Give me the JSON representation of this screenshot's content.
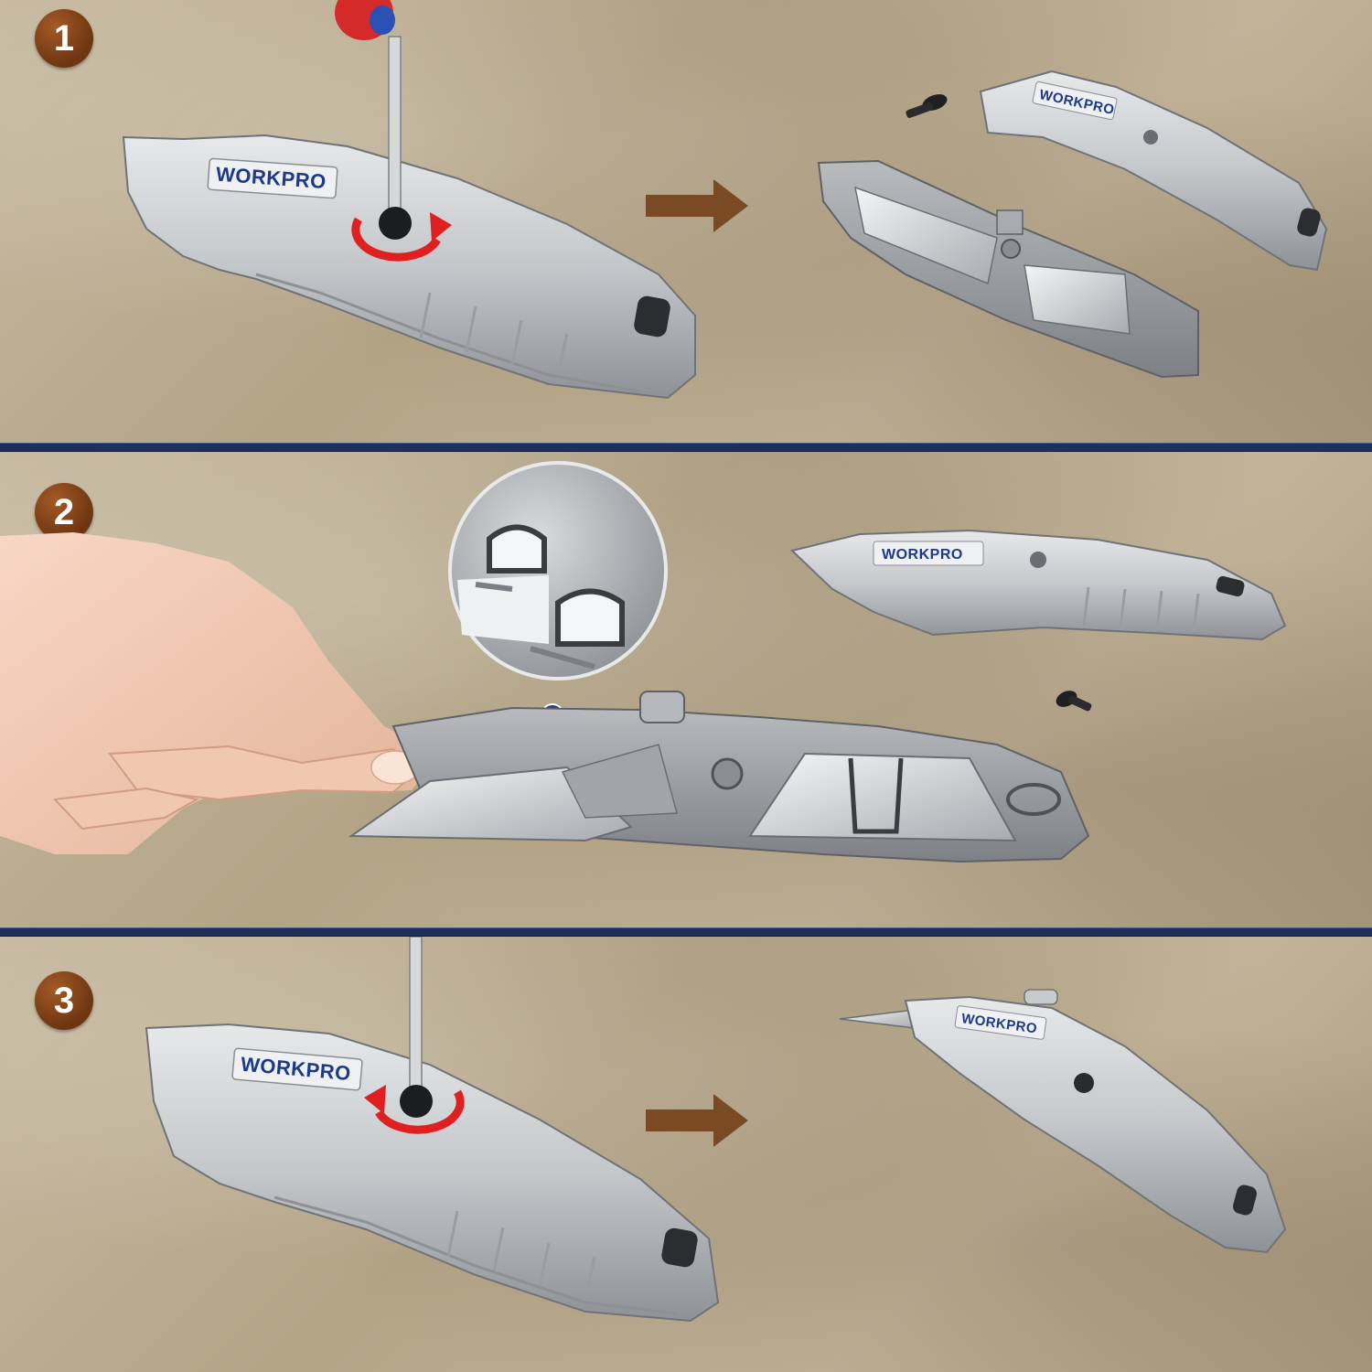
{
  "steps": [
    {
      "number": "1"
    },
    {
      "number": "2"
    },
    {
      "number": "3"
    }
  ],
  "brand": "WORKPRO",
  "colors": {
    "badge": "#7a3d14",
    "divider": "#1f2f5c",
    "arrow": "#7a4a25",
    "rotation_arrow": "#e02020",
    "brand_text": "#1d3a8a"
  },
  "icons": [
    "rotate-arrow-icon",
    "right-arrow-icon",
    "screw-icon",
    "screwdriver-icon"
  ]
}
